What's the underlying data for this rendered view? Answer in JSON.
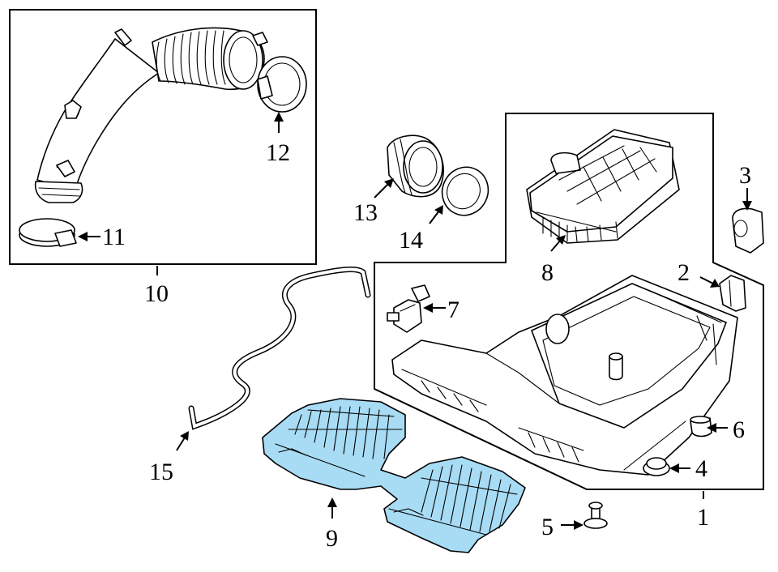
{
  "callouts": {
    "c1": "1",
    "c2": "2",
    "c3": "3",
    "c4": "4",
    "c5": "5",
    "c6": "6",
    "c7": "7",
    "c8": "8",
    "c9": "9",
    "c10": "10",
    "c11": "11",
    "c12": "12",
    "c13": "13",
    "c14": "14",
    "c15": "15"
  },
  "colors": {
    "highlight": "#a8dcf5",
    "line": "#000000",
    "background": "#ffffff"
  }
}
